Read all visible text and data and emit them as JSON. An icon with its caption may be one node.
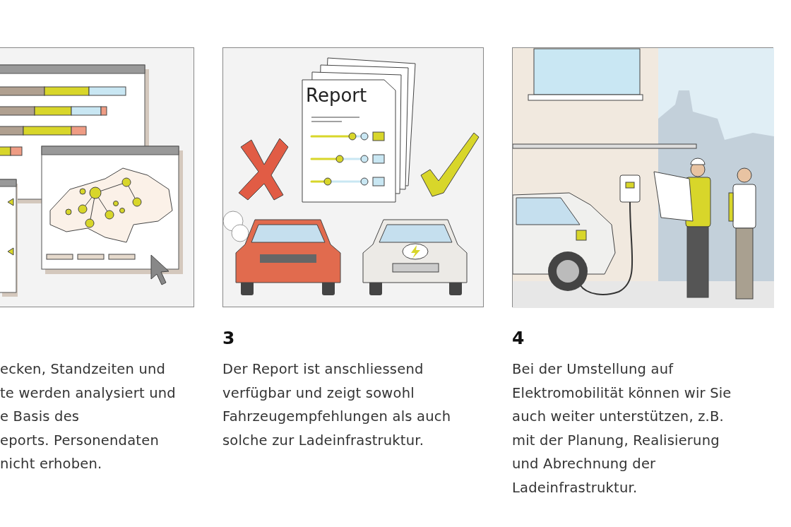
{
  "diagram": {
    "labels": [
      "Report",
      "3",
      "4",
      "ecken, Standzeiten und",
      "te werden analysiert und",
      "e Basis des",
      "eports. Personendaten",
      "nicht erhoben.",
      "Der Report ist anschliessend verfügbar und zeigt sowohl Fahrzeugempfehlungen als auch solche zur Ladeinfrastruktur.",
      "Bei der Umstellung auf Elektromobilität können wir Sie auch weiter unterstützen, z.B. mit der Planung, Realisierung und Abrechnung der Ladeinfrastruktur."
    ]
  }
}
